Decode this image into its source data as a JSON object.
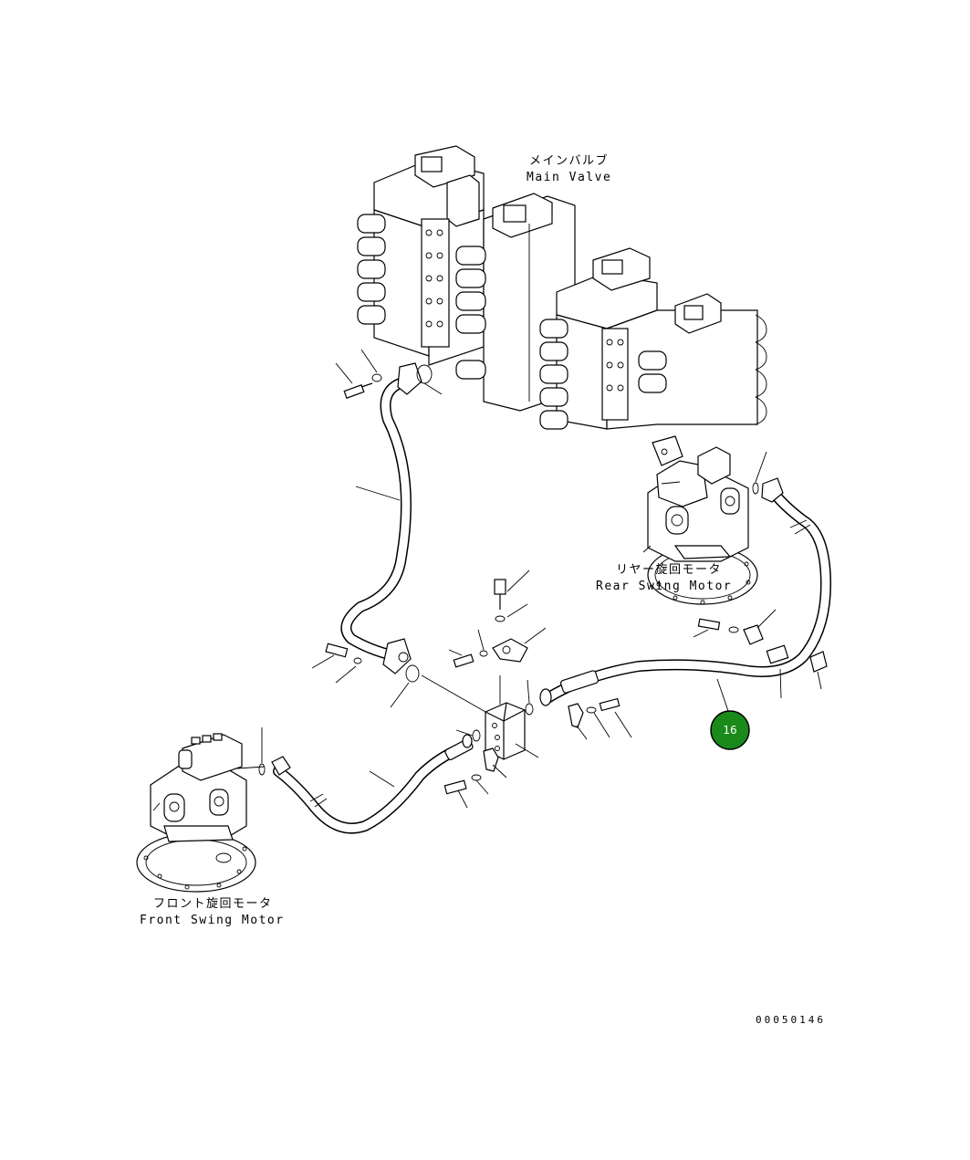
{
  "labels": {
    "main_valve_jp": "メインバルブ",
    "main_valve_en": "Main Valve",
    "rear_motor_jp": "リヤー旋回モータ",
    "rear_motor_en": "Rear Swing Motor",
    "front_motor_jp": "フロント旋回モータ",
    "front_motor_en": "Front Swing Motor"
  },
  "callout": {
    "number": "16",
    "color": "#1a8a1a"
  },
  "doc_number": "00050146"
}
